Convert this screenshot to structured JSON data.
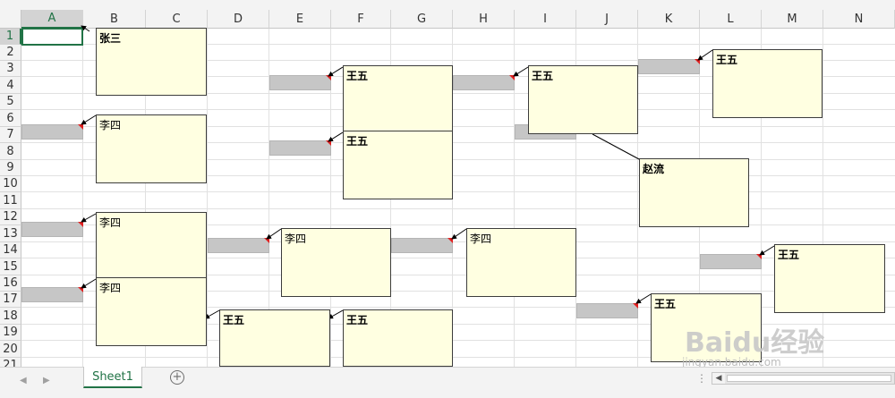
{
  "sheet": {
    "columns": [
      "A",
      "B",
      "C",
      "D",
      "E",
      "F",
      "G",
      "H",
      "I",
      "J",
      "K",
      "L",
      "M",
      "N"
    ],
    "rows": [
      "1",
      "2",
      "3",
      "4",
      "5",
      "6",
      "7",
      "8",
      "9",
      "10",
      "11",
      "12",
      "13",
      "14",
      "15",
      "16",
      "17",
      "18",
      "19",
      "20",
      "21"
    ],
    "active_cell": "A1"
  },
  "comments": [
    {
      "author": "张三"
    },
    {
      "author": "李四"
    },
    {
      "author": "李四"
    },
    {
      "author": "李四"
    },
    {
      "author": "王五"
    },
    {
      "author": "王五"
    },
    {
      "author": "王五"
    },
    {
      "author": "李四"
    },
    {
      "author": "王五"
    },
    {
      "author": "李四"
    },
    {
      "author": "王五"
    },
    {
      "author": "赵流"
    },
    {
      "author": "王五"
    },
    {
      "author": "王五"
    },
    {
      "author": "王五"
    }
  ],
  "tabs": {
    "sheet_tab": "Sheet1",
    "add_icon": "plus-circle-icon",
    "prev_icon": "triangle-left-icon",
    "next_icon": "triangle-right-icon"
  },
  "watermark": {
    "logo": "Baidu经验",
    "url": "jingyan.baidu.com"
  },
  "colors": {
    "accent": "#217346",
    "comment_bg": "#ffffe1",
    "comment_indicator": "#e02020"
  }
}
